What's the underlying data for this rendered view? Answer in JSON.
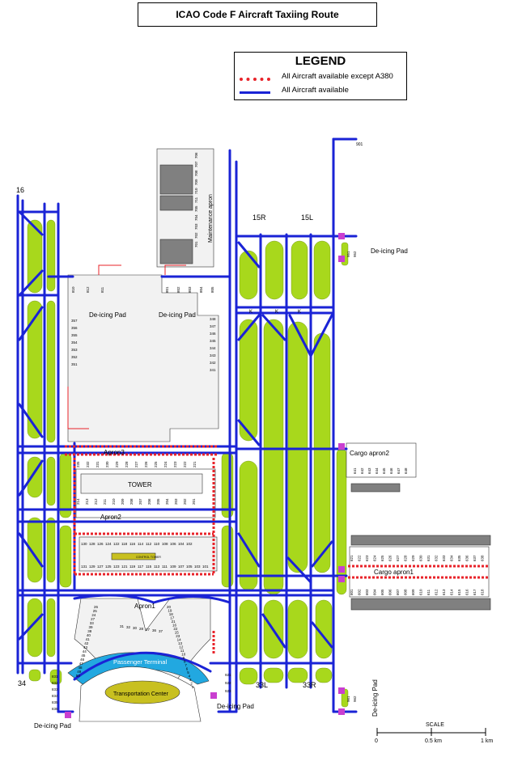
{
  "title": "ICAO Code  F Aircraft Taxiing Route",
  "legend": {
    "heading": "LEGEND",
    "items": [
      {
        "label": "All Aircraft available except A380",
        "style": "dashed",
        "color": "#e8232a"
      },
      {
        "label": "All Aircraft available",
        "style": "solid",
        "color": "#1a23d6"
      }
    ]
  },
  "colors": {
    "taxiway": "#1a23d6",
    "restricted": "#e8232a",
    "grass": "#a8d81c",
    "pad": "#c93fd0",
    "building": "#f2f2f2",
    "shed": "#808080",
    "terminal": "#22a8e0",
    "transport": "#c8c020"
  },
  "runways": {
    "r16": "16",
    "r34": "34",
    "r15r": "15R",
    "r15l": "15L",
    "r33l": "33L",
    "r33r": "33R"
  },
  "labels": {
    "maintenance_apron": "Maintenance apron",
    "deicing_pad": "De-icing Pad",
    "tower": "TOWER",
    "apron3": "Apron3",
    "apron2": "Apron2",
    "apron1": "Apron1",
    "passenger_terminal": "Passenger Terminal",
    "transportation_center": "Transportation Center",
    "cargo_apron1": "Cargo apron1",
    "cargo_apron2": "Cargo apron2",
    "k": "K",
    "tag_901": "901",
    "control_tower_sign": "CONTROL TOWER"
  },
  "stands": {
    "maintenance": [
      "706",
      "707",
      "708",
      "709",
      "710",
      "711",
      "705",
      "704",
      "703",
      "702",
      "701"
    ],
    "north_west": [
      "810",
      "812",
      "811"
    ],
    "north_mid": [
      "801",
      "802",
      "803",
      "804",
      "805"
    ],
    "west_pier": [
      "357",
      "356",
      "355",
      "354",
      "353",
      "352",
      "351"
    ],
    "east_pier": [
      "348",
      "347",
      "346",
      "345",
      "344",
      "343",
      "342",
      "341"
    ],
    "apron3_row": [
      "235",
      "232",
      "231",
      "230",
      "229",
      "228",
      "227",
      "226",
      "225",
      "224",
      "223",
      "222",
      "221"
    ],
    "apron2_row": [
      "214",
      "213",
      "212",
      "211",
      "210",
      "209",
      "208",
      "207",
      "206",
      "205",
      "204",
      "203",
      "202",
      "201"
    ],
    "apron1_top": [
      "130",
      "128",
      "126",
      "124",
      "122",
      "118",
      "116",
      "114",
      "112",
      "110",
      "108",
      "106",
      "104",
      "102"
    ],
    "apron1_bottom": [
      "131",
      "129",
      "127",
      "125",
      "123",
      "121",
      "119",
      "117",
      "115",
      "113",
      "111",
      "109",
      "107",
      "105",
      "103",
      "101"
    ],
    "terminal_west": [
      "26",
      "25",
      "24",
      "27",
      "33",
      "39",
      "38",
      "40",
      "41",
      "42",
      "43",
      "44",
      "45",
      "46",
      "47",
      "48",
      "49",
      "50"
    ],
    "terminal_east": [
      "20",
      "19",
      "18",
      "17",
      "21",
      "16",
      "22",
      "15",
      "23",
      "14",
      "13",
      "12",
      "11",
      "10",
      "9",
      "8",
      "7",
      "6",
      "5",
      "4",
      "3",
      "2",
      "1"
    ],
    "terminal_mid": [
      "31",
      "32",
      "30",
      "28",
      "27",
      "36",
      "37"
    ],
    "cargo2": [
      "641",
      "642",
      "643",
      "644",
      "645",
      "646",
      "647",
      "648"
    ],
    "cargo_top": [
      "621",
      "622",
      "623",
      "624",
      "625",
      "626",
      "627",
      "628",
      "629",
      "630",
      "631",
      "632",
      "633",
      "634",
      "635",
      "636",
      "637",
      "638"
    ],
    "cargo_bottom": [
      "601",
      "602",
      "603",
      "604",
      "605",
      "606",
      "607",
      "608",
      "609",
      "610",
      "611",
      "612",
      "613",
      "614",
      "615",
      "616",
      "617",
      "618"
    ],
    "deicing_ne": [
      "951",
      "952"
    ],
    "deicing_se": [
      "961",
      "962"
    ],
    "deicing_sw": [
      "831",
      "832",
      "833",
      "834",
      "835",
      "836"
    ],
    "deicing_s": [
      "921",
      "922",
      "923"
    ]
  },
  "scale": {
    "title": "SCALE",
    "ticks": [
      "0",
      "0.5 km",
      "1 km"
    ]
  }
}
